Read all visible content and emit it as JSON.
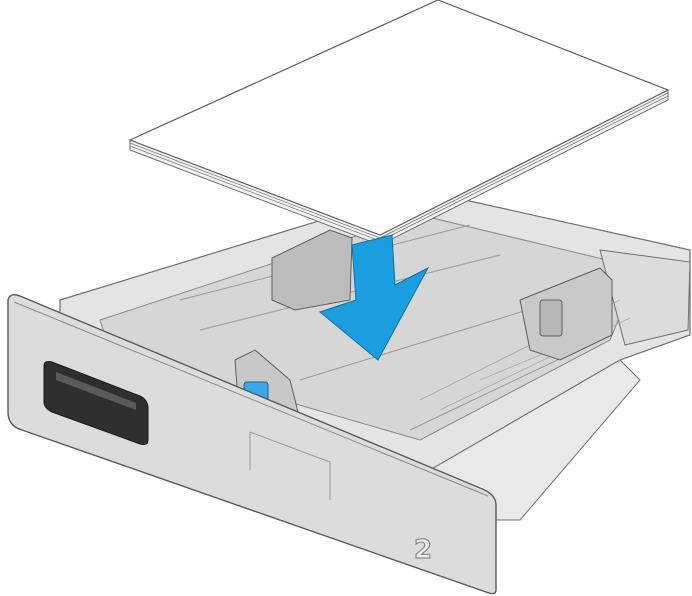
{
  "illustration": {
    "tray_number": "2",
    "colors": {
      "tray_body": "#e2e2e2",
      "tray_front": "#d9d9d9",
      "tray_inner": "#cfcfcf",
      "outline": "#6f6f6f",
      "paper": "#ffffff",
      "arrow": "#1a9ee0",
      "guide_accent": "#3aa7e6",
      "handle_window": "#333333",
      "number_outline": "#8a8a8a"
    },
    "icons": [
      "down-arrow-icon",
      "paper-stack",
      "length-guide",
      "width-guide"
    ]
  }
}
